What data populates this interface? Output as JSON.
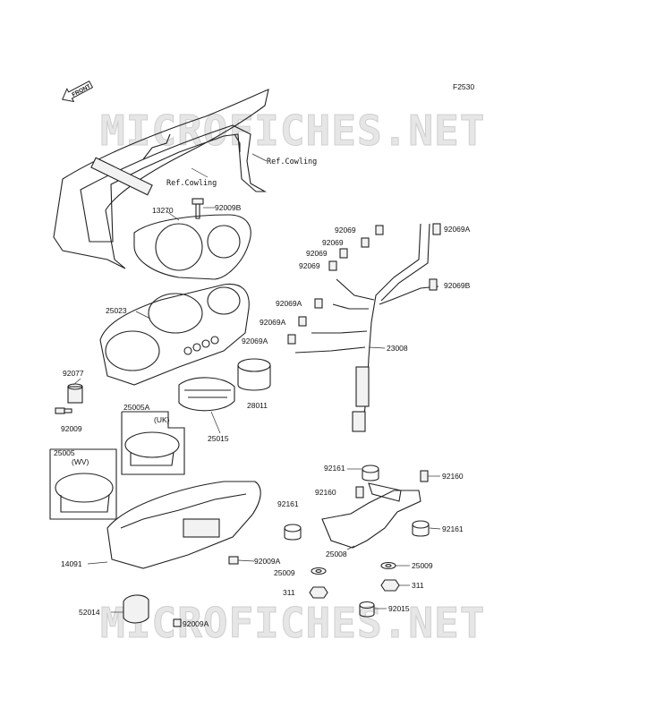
{
  "figure_code": "F2530",
  "watermark": "MICROFICHES.NET",
  "front_marker": "FRONT",
  "refs": {
    "cowling_left": "Ref.Cowling",
    "cowling_right": "Ref.Cowling"
  },
  "parts": {
    "p13270": "13270",
    "p92009B": "92009B",
    "p25023": "25023",
    "p92077": "92077",
    "p92009": "92009",
    "p28011": "28011",
    "p25015": "25015",
    "p25005A": "25005A",
    "uk": "(UK)",
    "p25005": "25005",
    "wv": "(WV)",
    "p14091": "14091",
    "p92009A_1": "92009A",
    "p52014": "52014",
    "p92009A_2": "92009A",
    "p92069_1": "92069",
    "p92069_2": "92069",
    "p92069_3": "92069",
    "p92069_4": "92069",
    "p92069A_r": "92069A",
    "p92069B": "92069B",
    "p92069A_1": "92069A",
    "p92069A_2": "92069A",
    "p92069A_3": "92069A",
    "p23008": "23008",
    "p92161_1": "92161",
    "p92160_1": "92160",
    "p92160_2": "92160",
    "p92161_2": "92161",
    "p92161_3": "92161",
    "p25008": "25008",
    "p25009_1": "25009",
    "p25009_2": "25009",
    "p311_1": "311",
    "p311_2": "311",
    "p92015": "92015"
  }
}
